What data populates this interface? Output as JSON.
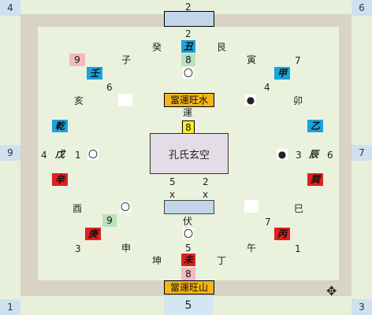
{
  "corners": {
    "tl": "4",
    "tr": "6",
    "ml": "9",
    "mr": "7",
    "bl": "1",
    "br": "3"
  },
  "top_num": "2",
  "bottom_num": "5",
  "top": {
    "inner_num": "2",
    "gui": "癸",
    "chou": "丑",
    "gen": "艮",
    "green8": "8",
    "circle": "〇"
  },
  "center_label": "孔氏玄空",
  "upper_mid": {
    "orange": "當運旺水",
    "yun": "運",
    "yellow8": "8"
  },
  "lower_mid": {
    "orange": "當運旺山",
    "fu": "伏",
    "circle": "〇",
    "n5": "5",
    "pink8": "8",
    "wei": "未",
    "kun": "坤",
    "ding": "丁"
  },
  "center_nums": {
    "l": "5",
    "r": "2",
    "xl": "x",
    "xr": "x"
  },
  "left": {
    "pink9": "9",
    "zi": "子",
    "ren": "壬",
    "n6": "6",
    "hai": "亥",
    "qian": "乾",
    "n4": "4",
    "wu": "戊",
    "n1": "1",
    "circ": "〇",
    "xin": "辛",
    "you": "酉",
    "circ2": "〇",
    "green9": "9",
    "geng": "庚",
    "n3": "3",
    "shen": "申"
  },
  "right": {
    "yin": "寅",
    "n7": "7",
    "jia": "甲",
    "n4": "4",
    "mao": "卯",
    "dot": "●",
    "yi": "乙",
    "dot2": "●",
    "n3": "3",
    "chen": "辰",
    "n6": "6",
    "xun": "巽",
    "si": "巳",
    "n7b": "7",
    "bing": "丙",
    "wu": "午",
    "n1": "1"
  }
}
